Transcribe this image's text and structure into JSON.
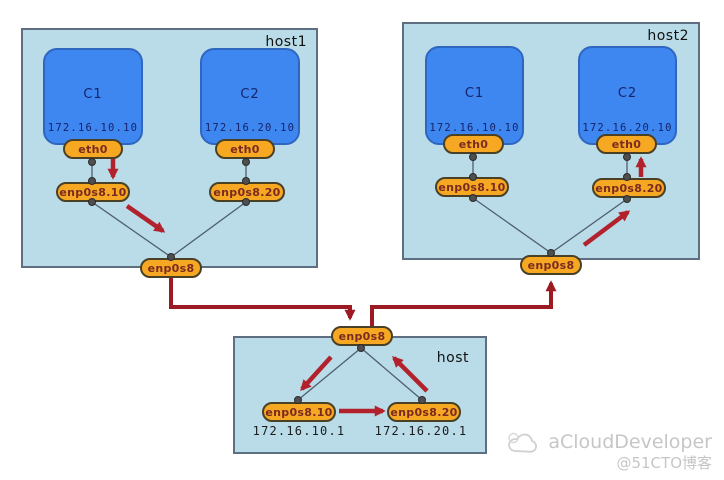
{
  "host1": {
    "label": "host1",
    "c1": {
      "name": "C1",
      "ip": "172.16.10.10",
      "eth": "eth0",
      "subif": "enp0s8.10"
    },
    "c2": {
      "name": "C2",
      "ip": "172.16.20.10",
      "eth": "eth0",
      "subif": "enp0s8.20"
    },
    "nic": "enp0s8"
  },
  "host2": {
    "label": "host2",
    "c1": {
      "name": "C1",
      "ip": "172.16.10.10",
      "eth": "eth0",
      "subif": "enp0s8.10"
    },
    "c2": {
      "name": "C2",
      "ip": "172.16.20.10",
      "eth": "eth0",
      "subif": "enp0s8.20"
    },
    "nic": "enp0s8"
  },
  "host3": {
    "label": "host",
    "nic": "enp0s8",
    "subif1": {
      "name": "enp0s8.10",
      "ip": "172.16.10.1"
    },
    "subif2": {
      "name": "enp0s8.20",
      "ip": "172.16.20.1"
    }
  },
  "watermark": {
    "brand": "aCloudDeveloper",
    "handle": "@51CTO博客"
  },
  "colors": {
    "host_fill": "#b9dce8",
    "host_border": "#5d6f80",
    "container_fill": "#3e86f0",
    "pill_fill": "#f7a823",
    "pill_text": "#7b2a20",
    "traffic_arrow_red": "#b2222c",
    "connector_red": "#9c1a22",
    "link_line_gray": "#4e5e6e"
  }
}
